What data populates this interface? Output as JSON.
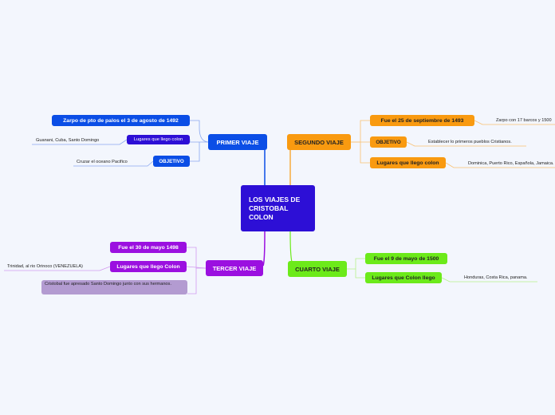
{
  "center": "LOS VIAJES DE CRISTOBAL COLON",
  "branches": {
    "primer": {
      "label": "PRIMER VIAJE",
      "color": "#0b4ee6",
      "items": [
        {
          "label": "Zarpo de pto de palos el 3 de agosto de 1492"
        },
        {
          "label": "Lugares que llego colon",
          "detail": "Guanani, Cuba, Santo Domingo"
        },
        {
          "label": "OBJETIVO",
          "detail": "Cruzar el oceano Pacifico"
        }
      ]
    },
    "segundo": {
      "label": "SEGUNDO VIAJE",
      "color": "#f99a10",
      "items": [
        {
          "label": "Fue el 25 de septiembre  de 1493",
          "detail": "Zarpo con 17 barcos y 1500"
        },
        {
          "label": "OBJETIVO",
          "detail": "Establecer lo primeros pueblos Cristianos."
        },
        {
          "label": "Lugares que llego colon",
          "detail": "Dominica, Puerto Rico, Española, Jamaica."
        }
      ]
    },
    "tercer": {
      "label": "TERCER VIAJE",
      "color": "#9b10e0",
      "items": [
        {
          "label": "Fue el 30 de mayo 1498"
        },
        {
          "label": "Lugares que llego Colon",
          "detail": "Trinidad, al rio Orinoco (VENEZUELA)"
        },
        {
          "label": "Cristobal fue apresado Santo Domingo junto con sus hermanos."
        }
      ]
    },
    "cuarto": {
      "label": "CUARTO VIAJE",
      "color": "#6cea1a",
      "items": [
        {
          "label": "Fue el 9 de mayo de 1500"
        },
        {
          "label": "Lugares que Colon llego",
          "detail": "Honduras, Costa Rica, panama."
        }
      ]
    }
  }
}
